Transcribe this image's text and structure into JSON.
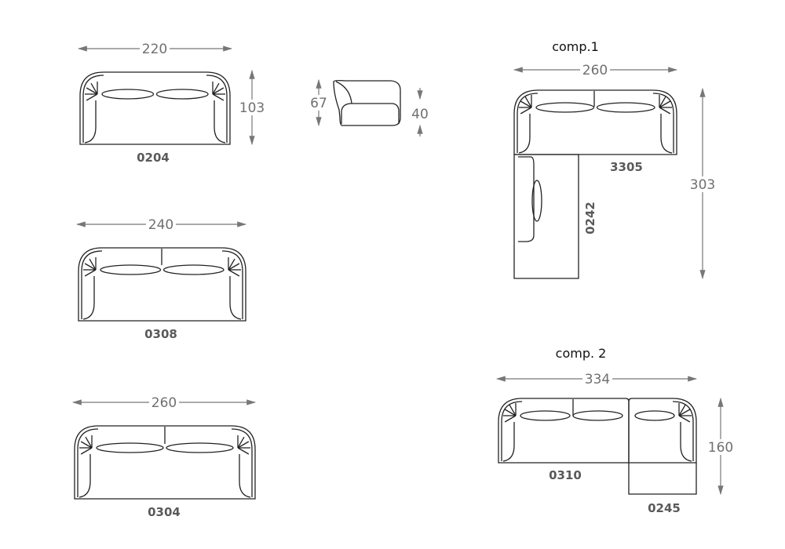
{
  "models": [
    {
      "code": "0204",
      "width": "220",
      "depth": "103"
    },
    {
      "code": "0308",
      "width": "240"
    },
    {
      "code": "0304",
      "width": "260"
    }
  ],
  "side_view": {
    "height": "67",
    "seat_height": "40"
  },
  "comp1": {
    "title": "comp.1",
    "width": "260",
    "depth": "303",
    "codes": [
      "3305",
      "0242"
    ]
  },
  "comp2": {
    "title": "comp. 2",
    "width": "334",
    "depth": "160",
    "codes": [
      "0310",
      "0245"
    ]
  },
  "colors": {
    "line": "#222222",
    "dimension": "#777777",
    "label": "#5a5a5a"
  }
}
